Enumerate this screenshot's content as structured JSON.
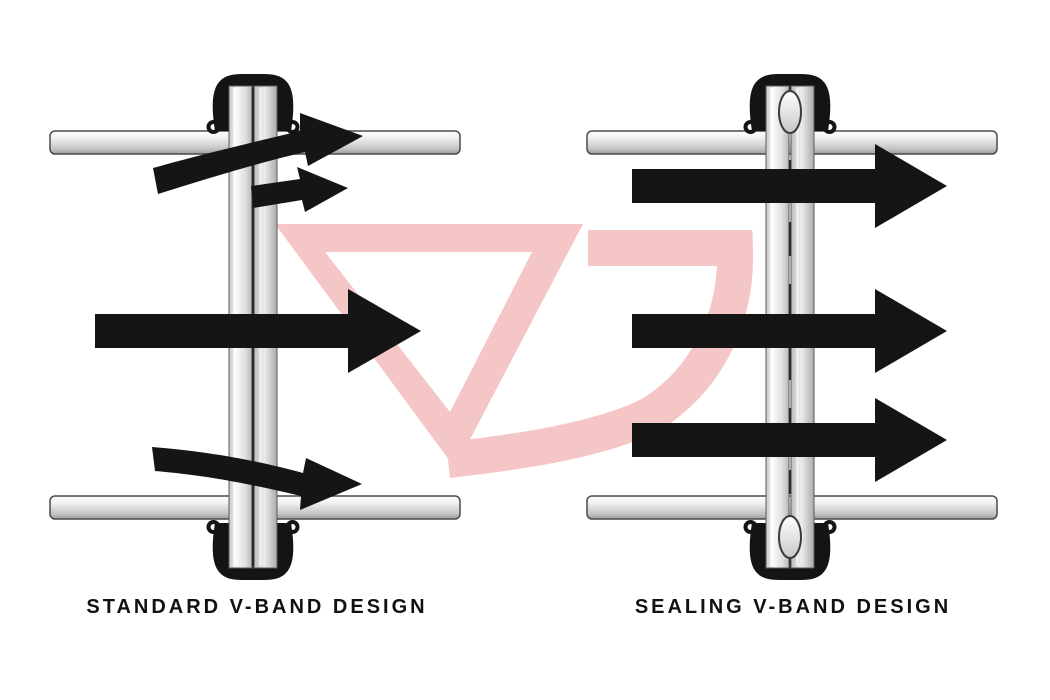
{
  "panels": {
    "left": {
      "label": "STANDARD V-BAND DESIGN"
    },
    "right": {
      "label": "SEALING V-BAND DESIGN"
    }
  },
  "watermark": {
    "name": "tj-logo-watermark"
  },
  "colors": {
    "arrow": "#151515",
    "clamp": "#141414",
    "watermark": "#f5c6c6",
    "pipe_stroke": "#4a4a4a",
    "background": "#ffffff"
  }
}
